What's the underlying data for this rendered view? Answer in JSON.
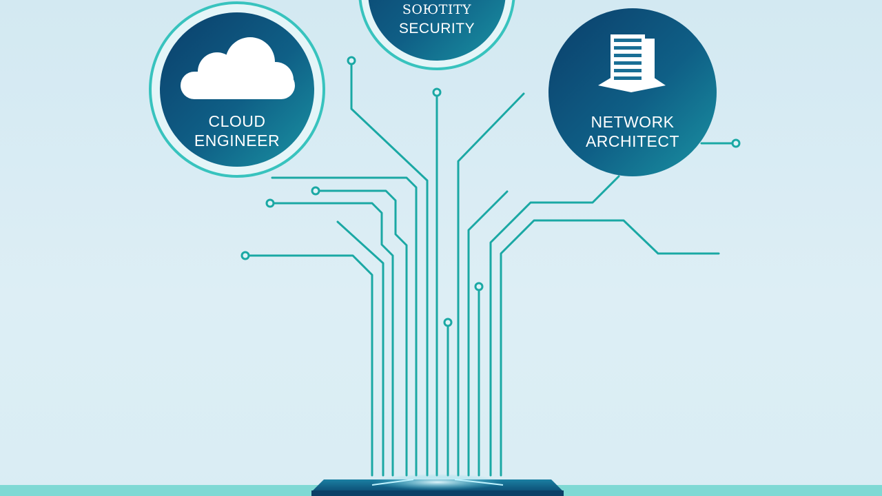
{
  "nodes": {
    "cloud": {
      "line1": "CLOUD",
      "line2": "ENGINEER",
      "icon": "cloud-icon"
    },
    "security": {
      "line1": "SOЮTITY",
      "line2": "SECURITY",
      "icon": "shield-icon"
    },
    "network": {
      "line1": "NETWORK",
      "line2": "ARCHITECT",
      "icon": "server-tower-icon"
    }
  },
  "colors": {
    "background": "#d6ebf3",
    "trace": "#1aa8a4",
    "node_dark": "#0d4f7a",
    "node_light": "#1a8fa0",
    "ring": "#35c2bd",
    "base_strip": "#7fd9d4"
  }
}
